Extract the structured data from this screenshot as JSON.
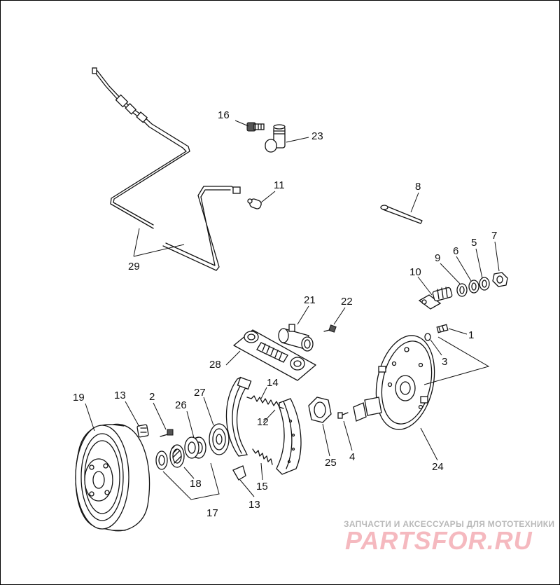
{
  "callouts": [
    "1",
    "2",
    "3",
    "4",
    "5",
    "6",
    "7",
    "8",
    "9",
    "10",
    "11",
    "12",
    "13",
    "14",
    "15",
    "16",
    "17",
    "18",
    "19",
    "21",
    "22",
    "23",
    "24",
    "25",
    "26",
    "27",
    "28",
    "29"
  ],
  "labels": {
    "l16": "16",
    "l23": "23",
    "l11": "11",
    "l8": "8",
    "l29": "29",
    "l9": "9",
    "l6": "6",
    "l5": "5",
    "l7": "7",
    "l10": "10",
    "l1": "1",
    "l3": "3",
    "l21": "21",
    "l22": "22",
    "l28": "28",
    "l14": "14",
    "l19": "19",
    "l13a": "13",
    "l2": "2",
    "l26": "26",
    "l27": "27",
    "l12": "12",
    "l25": "25",
    "l4": "4",
    "l24": "24",
    "l15": "15",
    "l18": "18",
    "l17": "17",
    "l13b": "13"
  },
  "watermark": {
    "tagline": "ЗАПЧАСТИ И АКСЕССУАРЫ ДЛЯ МОТОТЕХНИКИ",
    "logo": "PARTSFOR.RU"
  }
}
